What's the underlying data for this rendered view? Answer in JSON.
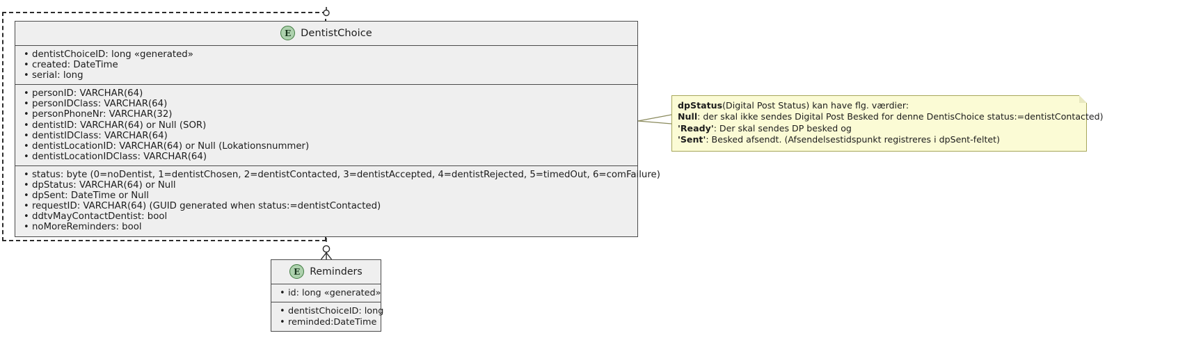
{
  "diagram": {
    "type": "entity-relationship-class-diagram",
    "boundary": {
      "name": "package-boundary",
      "style": "dashed"
    }
  },
  "entities": [
    {
      "key": "dentistchoice",
      "stereotype_letter": "E",
      "title": "DentistChoice",
      "compartments": [
        {
          "name": "identity-compartment",
          "attributes": [
            "dentistChoiceID: long «generated»",
            "created: DateTime",
            "serial: long"
          ]
        },
        {
          "name": "person-dentist-compartment",
          "attributes": [
            "personID: VARCHAR(64)",
            "personIDClass: VARCHAR(64)",
            "personPhoneNr: VARCHAR(32)",
            "dentistID: VARCHAR(64) or Null (SOR)",
            "dentistIDClass: VARCHAR(64)",
            "dentistLocationID: VARCHAR(64) or Null (Lokationsnummer)",
            "dentistLocationIDClass: VARCHAR(64)"
          ]
        },
        {
          "name": "status-compartment",
          "attributes": [
            "status: byte (0=noDentist, 1=dentistChosen, 2=dentistContacted, 3=dentistAccepted, 4=dentistRejected, 5=timedOut, 6=comFailure)",
            "dpStatus: VARCHAR(64) or Null",
            "dpSent: DateTime or Null",
            "requestID: VARCHAR(64) (GUID generated when status:=dentistContacted)",
            "ddtvMayContactDentist: bool",
            "noMoreReminders: bool"
          ]
        }
      ]
    },
    {
      "key": "reminders",
      "stereotype_letter": "E",
      "title": "Reminders",
      "compartments": [
        {
          "name": "identity-compartment",
          "attributes": [
            "id: long «generated»"
          ]
        },
        {
          "name": "fields-compartment",
          "attributes": [
            "dentistChoiceID: long",
            "reminded:DateTime"
          ]
        }
      ]
    }
  ],
  "note": {
    "name": "dpstatus-note",
    "lines": [
      {
        "bold": "dpStatus",
        "rest": "(Digital Post Status) kan have flg. værdier:"
      },
      {
        "bold": "Null",
        "rest": ": der skal ikke sendes Digital Post Besked for denne DentisChoice status:=dentistContacted)"
      },
      {
        "bold": "'Ready'",
        "rest": ": Der skal sendes DP besked og"
      },
      {
        "bold": "'Sent'",
        "rest": ": Besked afsendt. (Afsendelsestidspunkt registreres i dpSent-feltet)"
      }
    ]
  },
  "colors": {
    "entity_fill": "#eeeeee",
    "entity_border": "#4a4a4a",
    "note_fill": "#fbfbd5",
    "note_border": "#a6a659",
    "badge_fill": "#add1ad",
    "badge_border": "#3f7a3f",
    "line": "#2b2b2b"
  },
  "connectors": [
    {
      "name": "top-zero-or-one-connector",
      "notation": "zero-or-one"
    },
    {
      "name": "left-bottom-zero-or-one-connector",
      "notation": "zero-or-one"
    },
    {
      "name": "dentistchoice-to-reminders",
      "notation": "one-to-zero-or-many"
    }
  ]
}
